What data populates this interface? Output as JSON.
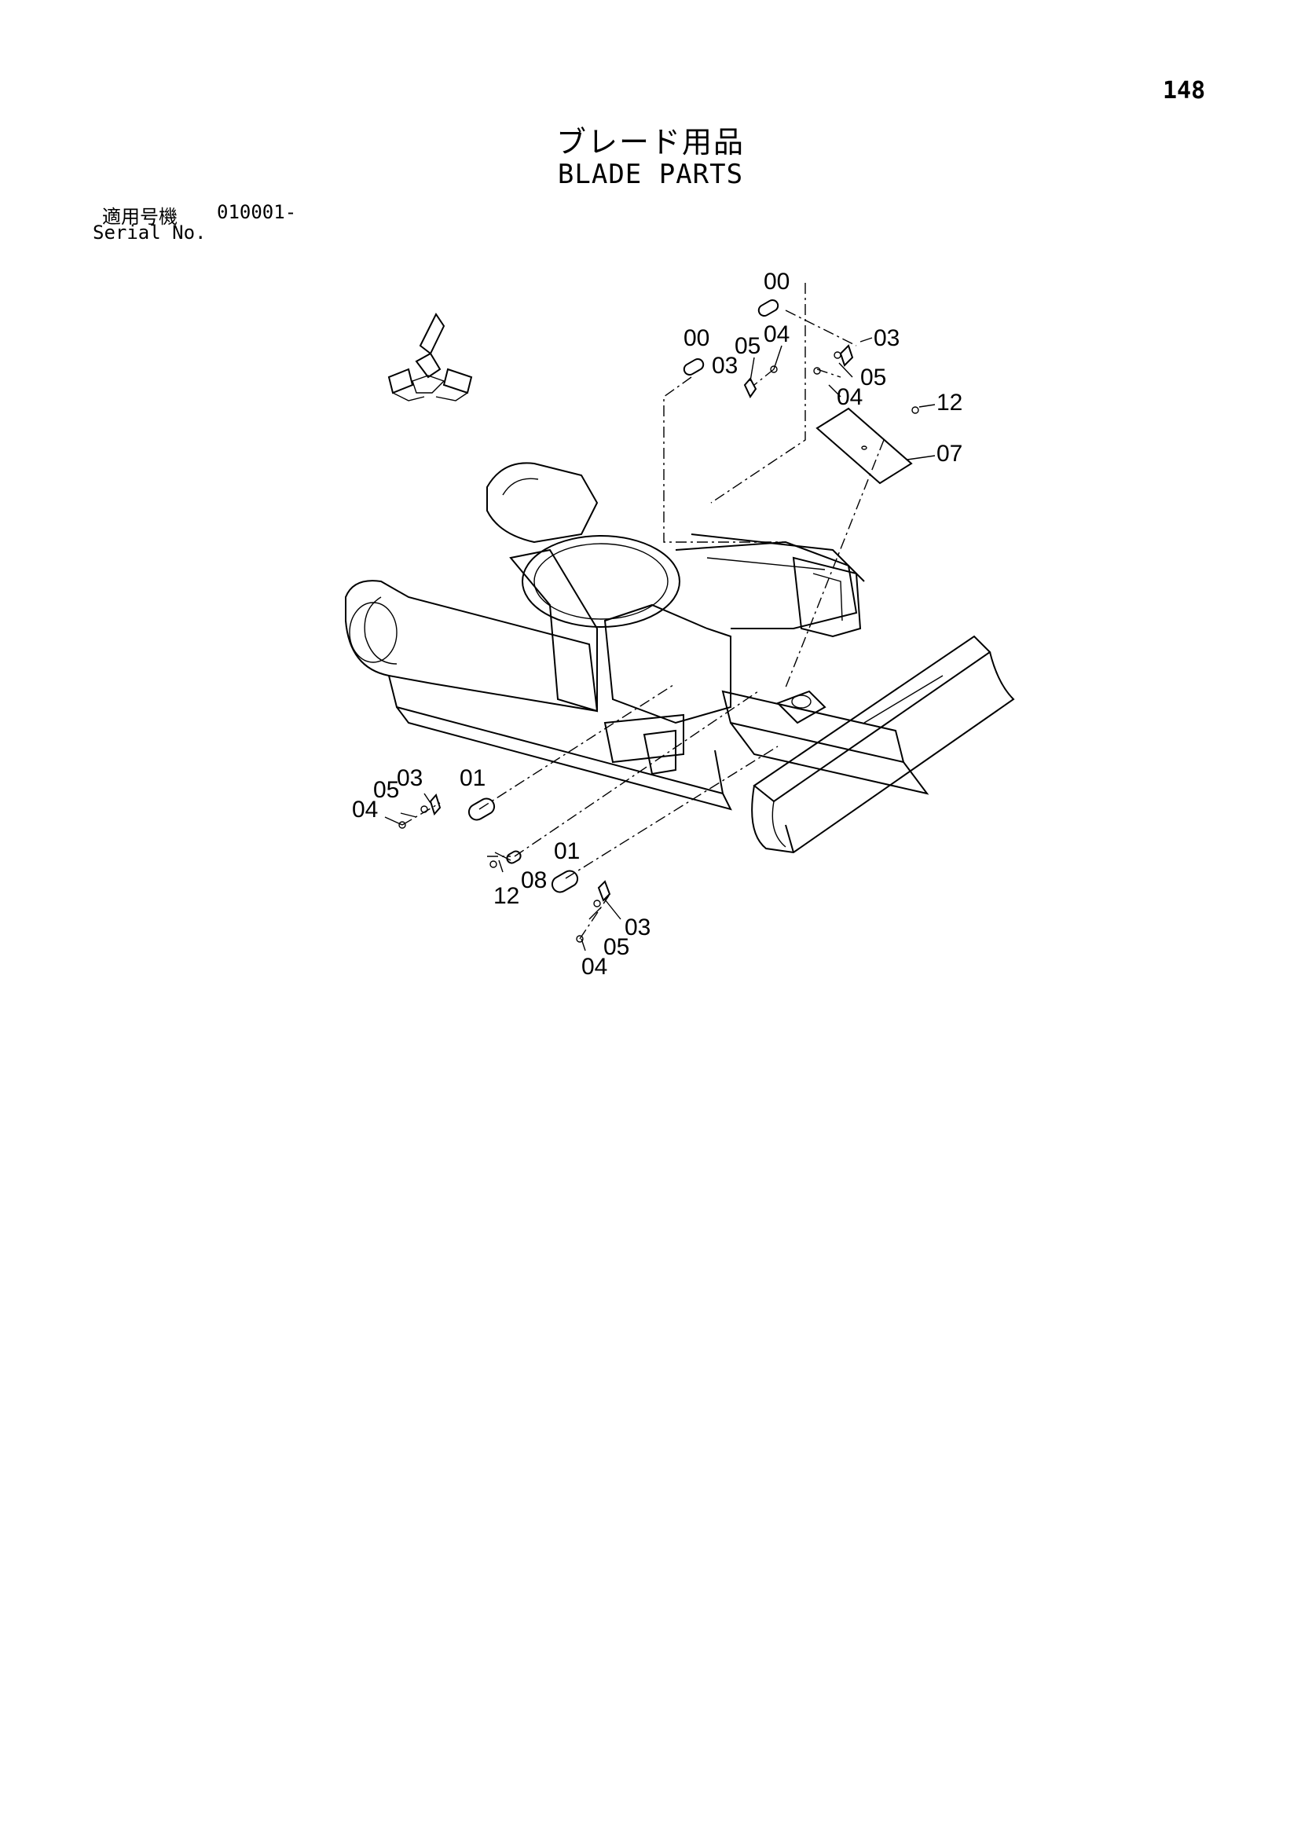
{
  "page": {
    "number": "148",
    "title_jp": "ブレード用品",
    "title_en": "BLADE PARTS"
  },
  "serial": {
    "label_jp": "適用号機",
    "value": "010001-",
    "label_en": "Serial No."
  },
  "callouts": [
    {
      "id": "00",
      "text": "00"
    },
    {
      "id": "00b",
      "text": "00"
    },
    {
      "id": "03a",
      "text": "03"
    },
    {
      "id": "03b",
      "text": "03"
    },
    {
      "id": "04a",
      "text": "04"
    },
    {
      "id": "04b",
      "text": "04"
    },
    {
      "id": "05a",
      "text": "05"
    },
    {
      "id": "05b",
      "text": "05"
    },
    {
      "id": "12a",
      "text": "12"
    },
    {
      "id": "07",
      "text": "07"
    },
    {
      "id": "05c",
      "text": "05"
    },
    {
      "id": "03c",
      "text": "03"
    },
    {
      "id": "01a",
      "text": "01"
    },
    {
      "id": "04c",
      "text": "04"
    },
    {
      "id": "01b",
      "text": "01"
    },
    {
      "id": "08",
      "text": "08"
    },
    {
      "id": "12b",
      "text": "12"
    },
    {
      "id": "03d",
      "text": "03"
    },
    {
      "id": "05d",
      "text": "05"
    },
    {
      "id": "04d",
      "text": "04"
    }
  ]
}
